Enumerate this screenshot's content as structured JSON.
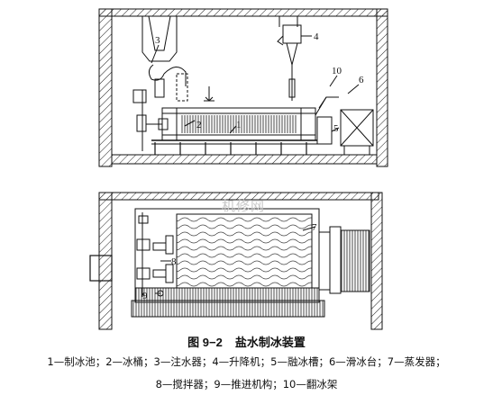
{
  "figure": {
    "number": "图 9−2",
    "title": "盐水制冰装置",
    "legend_line1": "1—制冰池；2—冰桶；3—注水器；4—升降机；5—融冰槽；6—滑冰台；7—蒸发器；",
    "legend_line2": "8—搅拌器；9—推进机构；10—翻冰架"
  },
  "callouts": {
    "c1": "1",
    "c2": "2",
    "c3": "3",
    "c4": "4",
    "c5": "5",
    "c6": "6",
    "c7": "7",
    "c8": "8",
    "c9": "9",
    "c10": "10"
  },
  "watermark": "机修网"
}
